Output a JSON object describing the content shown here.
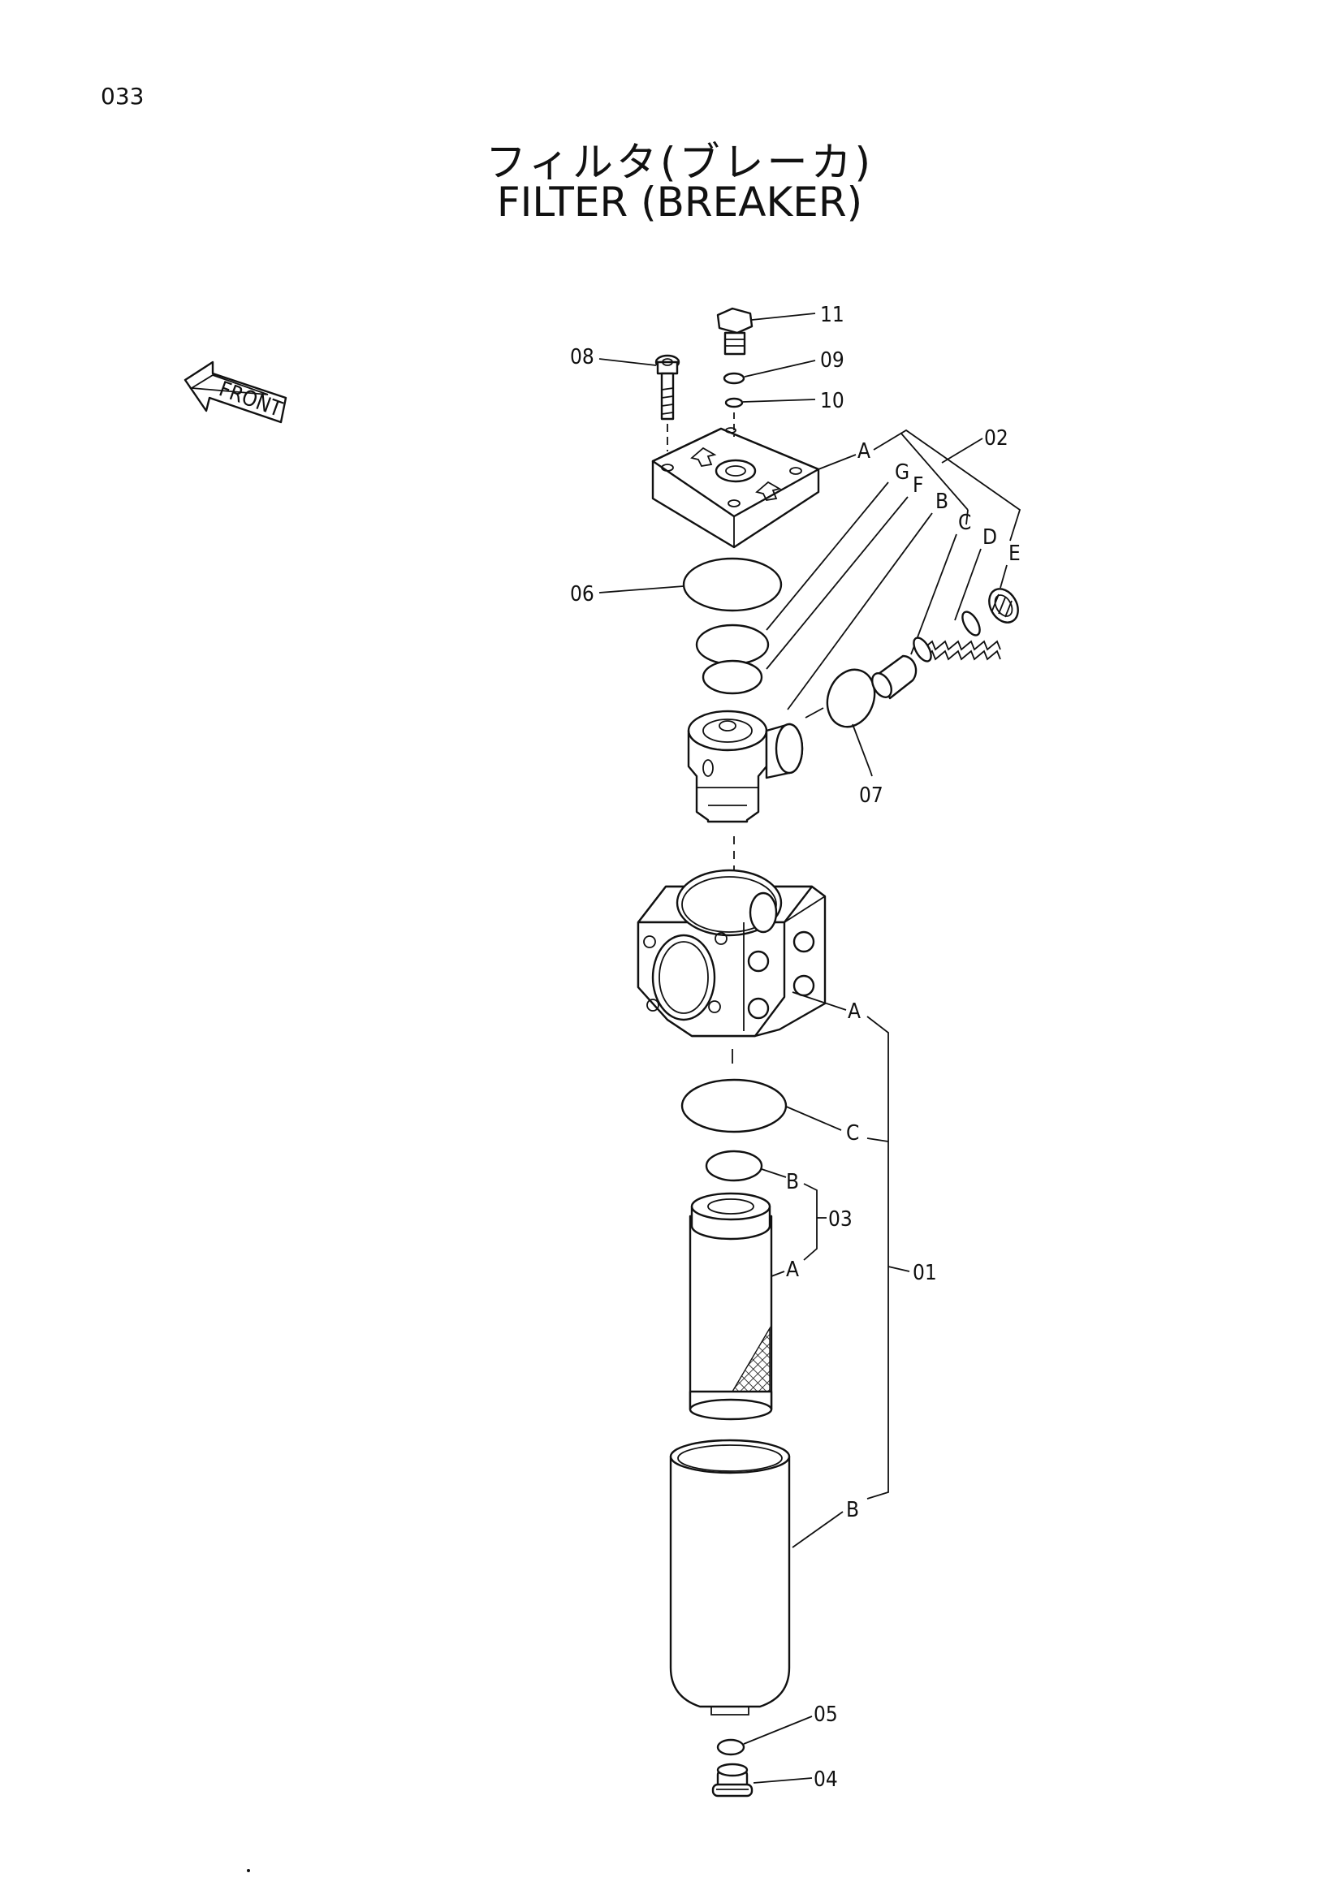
{
  "page_number": "033",
  "title_jp": "フィルタ(ブレーカ)",
  "title_en": "FILTER (BREAKER)",
  "front_arrow_label": "FRONT",
  "part_labels": {
    "p01": "01",
    "p02": "02",
    "p03": "03",
    "p04": "04",
    "p05": "05",
    "p06": "06",
    "p07": "07",
    "p08": "08",
    "p09": "09",
    "p10": "10",
    "p11": "11"
  },
  "sub_labels_02": {
    "a": "A",
    "b": "B",
    "c": "C",
    "d": "D",
    "e": "E",
    "f": "F",
    "g": "G"
  },
  "sub_labels_01": {
    "a": "A",
    "b": "B",
    "c": "C"
  },
  "sub_labels_03": {
    "a": "A",
    "b": "B"
  },
  "icons": [
    "front-arrow-icon",
    "bolt-icon",
    "plug-icon",
    "o-ring-icon",
    "spring-icon",
    "filter-element-icon"
  ]
}
